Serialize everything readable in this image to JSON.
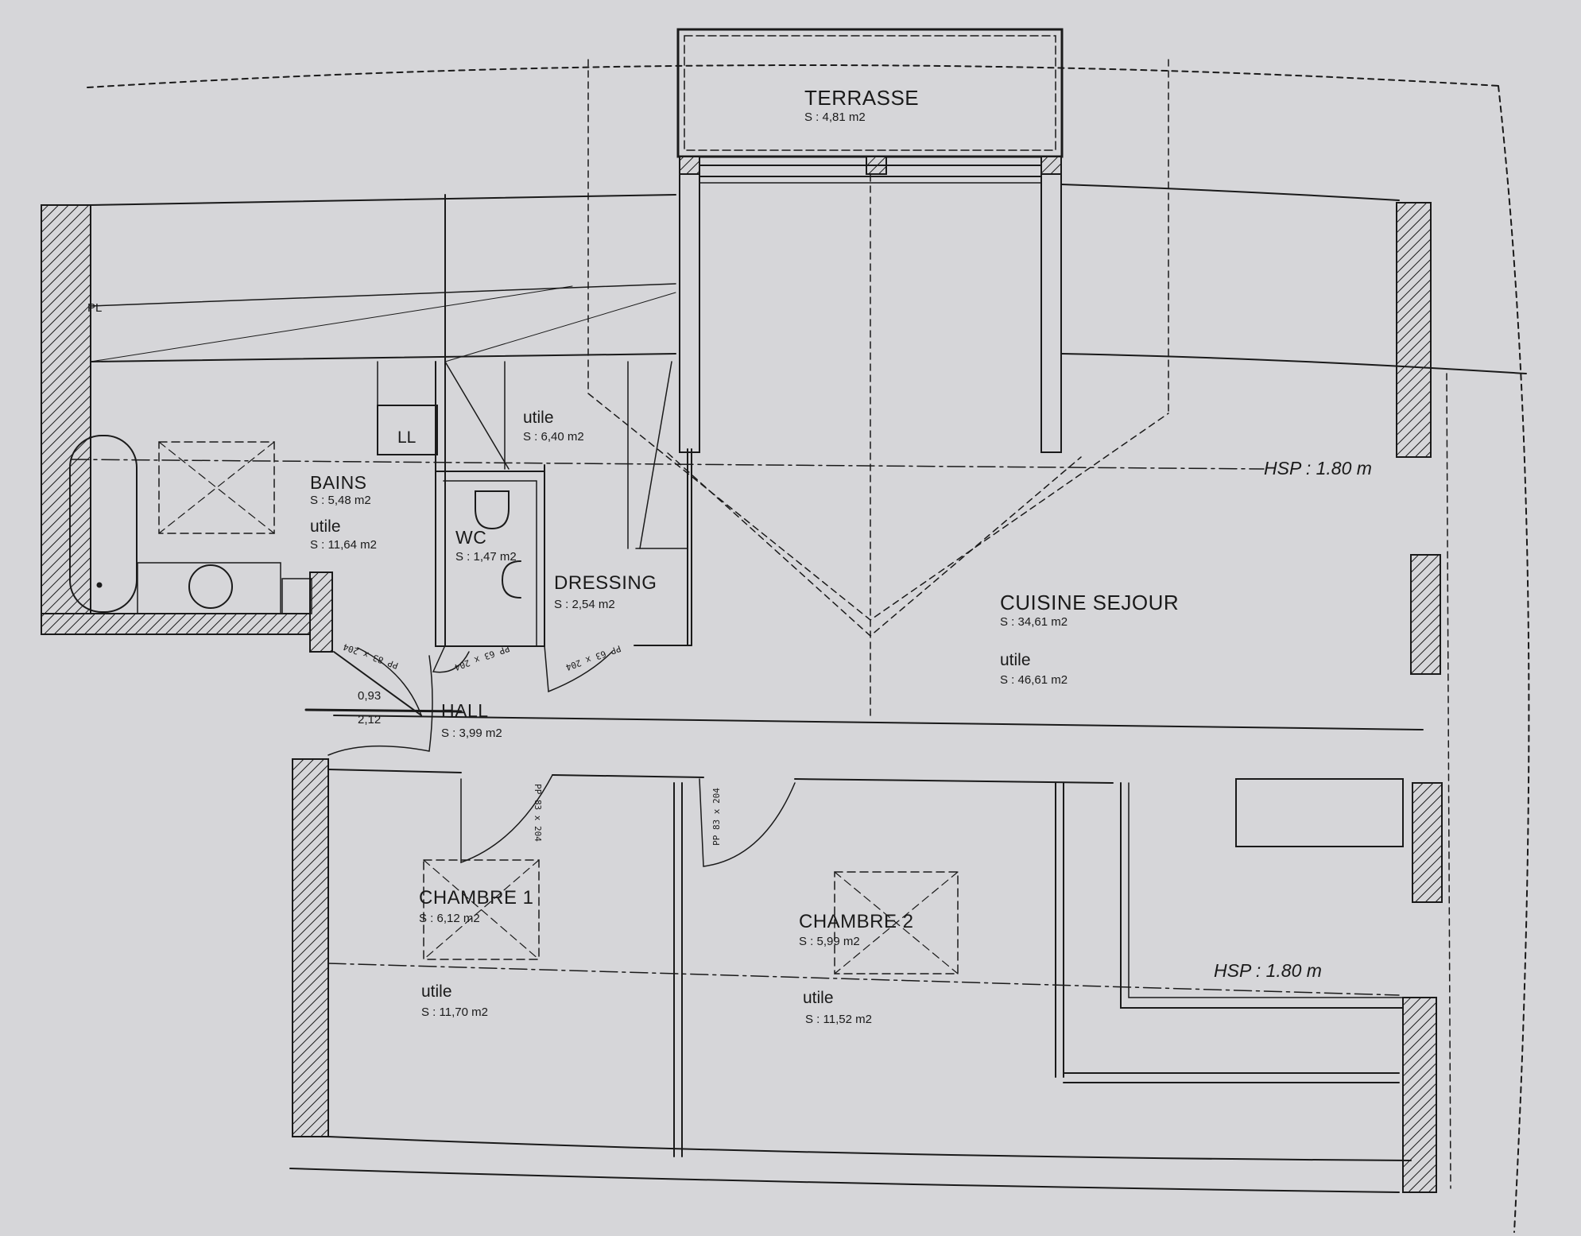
{
  "rooms": {
    "terrasse": {
      "name": "TERRASSE",
      "area": "S : 4,81 m2"
    },
    "bains": {
      "name": "BAINS",
      "area": "S : 5,48 m2",
      "utile_label": "utile",
      "utile_area": "S : 11,64 m2"
    },
    "dressing_upper": {
      "utile_label": "utile",
      "utile_area": "S : 6,40 m2"
    },
    "ll": {
      "name": "LL"
    },
    "pl": {
      "name": "PL"
    },
    "wc": {
      "name": "WC",
      "area": "S : 1,47 m2"
    },
    "dressing": {
      "name": "DRESSING",
      "area": "S : 2,54 m2"
    },
    "cuisine": {
      "name": "CUISINE SEJOUR",
      "area": "S : 34,61 m2",
      "utile_label": "utile",
      "utile_area": "S : 46,61 m2"
    },
    "hall": {
      "name": "HALL",
      "area": "S : 3,99 m2"
    },
    "chambre1": {
      "name": "CHAMBRE 1",
      "area": "S : 6,12 m2",
      "utile_label": "utile",
      "utile_area": "S : 11,70 m2"
    },
    "chambre2": {
      "name": "CHAMBRE 2",
      "area": "S : 5,99 m2",
      "utile_label": "utile",
      "utile_area": "S : 11,52 m2"
    }
  },
  "hsp": {
    "top": "HSP : 1.80 m",
    "bottom": "HSP : 1.80 m"
  },
  "dimensions": {
    "top": "0,93",
    "bottom": "2,12"
  },
  "doors": {
    "bains": "PP 83 x 204",
    "wc": "PP 63 x 204",
    "dressing": "PP 63 x 204",
    "chambre1": "PP 83 x 204",
    "chambre2": "PP 83 x 204"
  },
  "colors": {
    "paper": "#d6d6d9",
    "ink": "#1a1a1a"
  }
}
